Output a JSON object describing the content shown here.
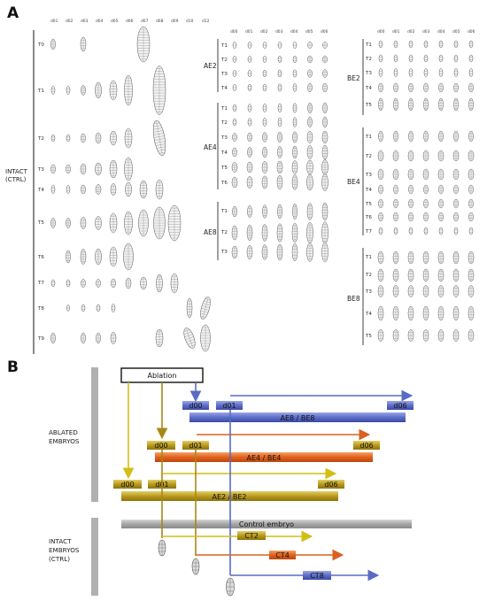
{
  "panel_a": {
    "letter": "A",
    "intact": {
      "label_line1": "INTACT",
      "label_line2": "(CTRL)",
      "days": [
        "d01",
        "d02",
        "d03",
        "d04",
        "d05",
        "d06",
        "d07",
        "d08",
        "d09",
        "d10",
        "d12"
      ],
      "rows": [
        "T0",
        "T1",
        "T2",
        "T3",
        "T4",
        "T5",
        "T6",
        "T7",
        "T8",
        "T9"
      ]
    },
    "ae": {
      "days": [
        "d00",
        "d01",
        "d02",
        "d03",
        "d04",
        "d05",
        "d06"
      ],
      "groups": [
        {
          "label": "AE2",
          "rows": [
            "T1",
            "T2",
            "T3",
            "T4"
          ]
        },
        {
          "label": "AE4",
          "rows": [
            "T1",
            "T2",
            "T3",
            "T4",
            "T5",
            "T6"
          ]
        },
        {
          "label": "AE8",
          "rows": [
            "T1",
            "T2",
            "T3"
          ]
        }
      ]
    },
    "be": {
      "days": [
        "d00",
        "d01",
        "d02",
        "d03",
        "d04",
        "d05",
        "d06"
      ],
      "groups": [
        {
          "label": "BE2",
          "rows": [
            "T1",
            "T2",
            "T3",
            "T4",
            "T5"
          ]
        },
        {
          "label": "BE4",
          "rows": [
            "T1",
            "T2",
            "T3",
            "T4",
            "T5",
            "T6",
            "T7"
          ]
        },
        {
          "label": "BE8",
          "rows": [
            "T1",
            "T2",
            "T3",
            "T4",
            "T5"
          ]
        }
      ]
    }
  },
  "panel_b": {
    "letter": "B",
    "ablated_label_line1": "ABLATED",
    "ablated_label_line2": "EMBRYOS",
    "intact_label_line1": "INTACT",
    "intact_label_line2": "EMBRYOS",
    "intact_label_line3": "(CTRL)",
    "ablation_label": "Ablation",
    "bars": {
      "ae8_be8": "AE8 / BE8",
      "ae4_be4": "AE4 / BE4",
      "ae2_be2": "AE2 / BE2",
      "control": "Control embryo"
    },
    "day_tags": {
      "d00": "d00",
      "d01": "d01",
      "d06": "d06"
    },
    "ct_labels": [
      "CT2",
      "CT4",
      "CT8"
    ],
    "colors": {
      "blue": "#5a6bc4",
      "orange": "#e0641e",
      "olive": "#b59a1e",
      "yellow": "#d6c21c",
      "gray": "#a8a8a8"
    }
  }
}
